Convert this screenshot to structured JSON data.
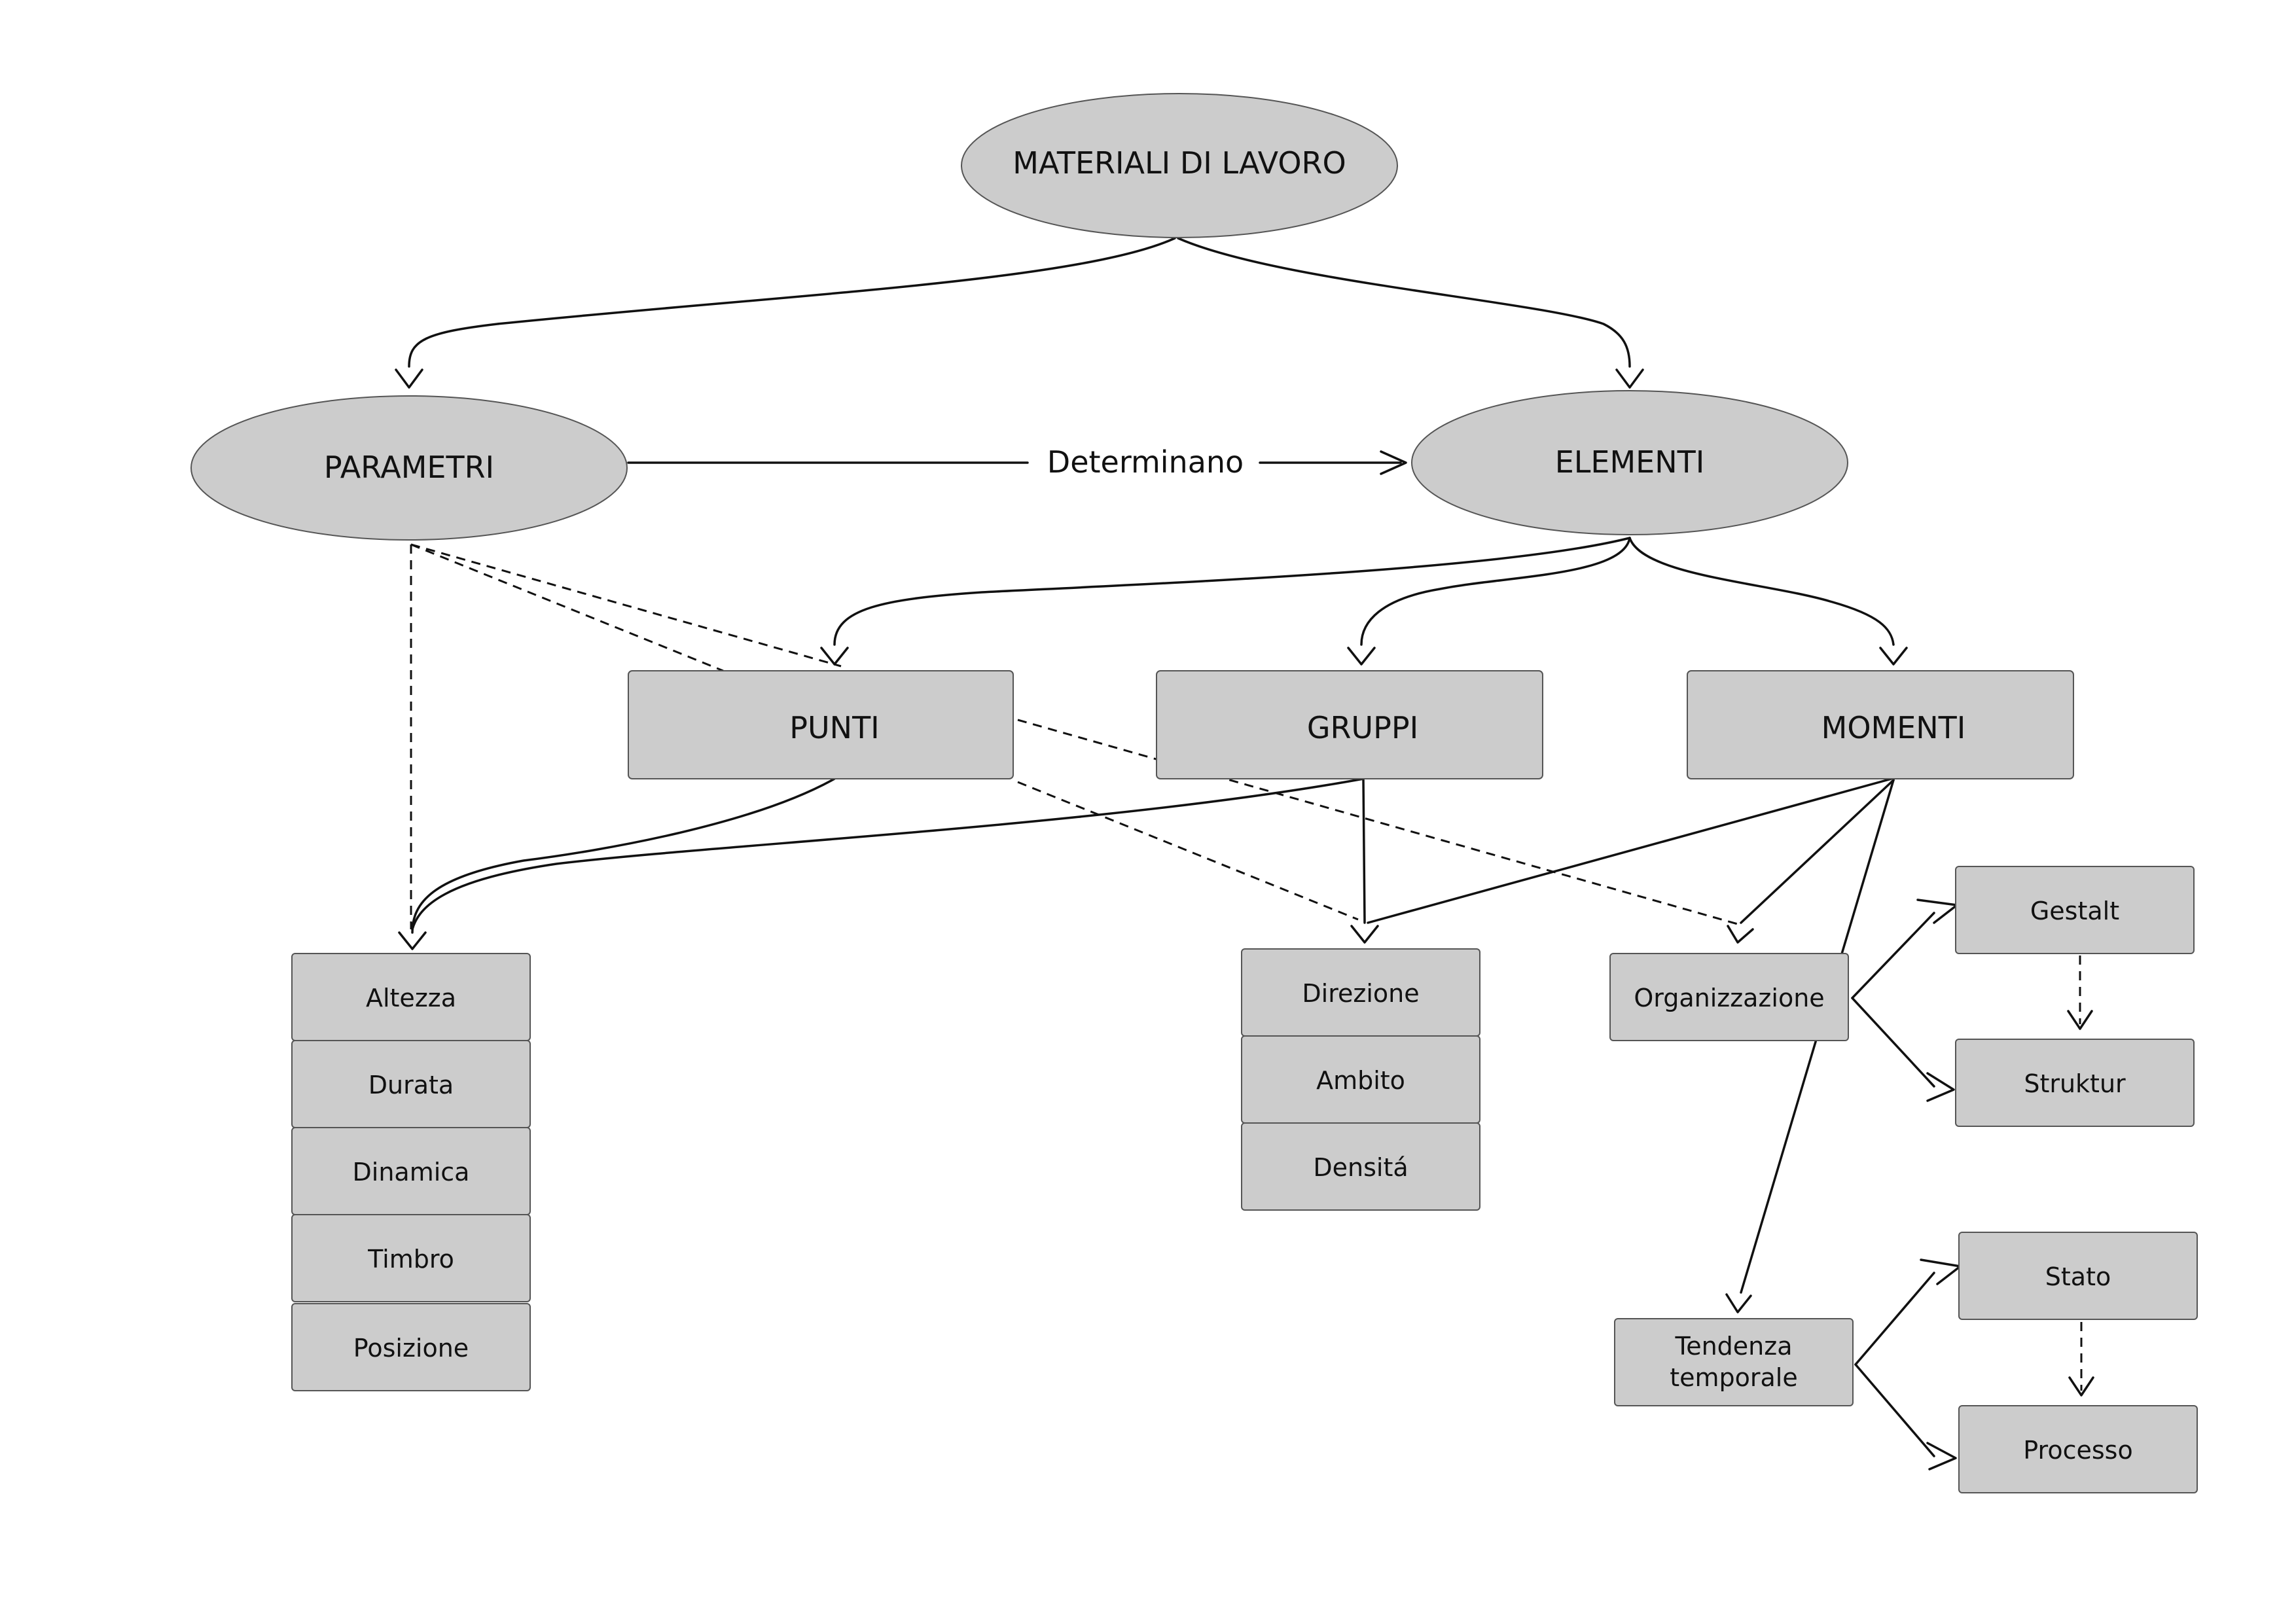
{
  "diagram": {
    "root": "MATERIALI DI LAVORO",
    "parametri": "PARAMETRI",
    "elementi": "ELEMENTI",
    "edge_label": "Determinano",
    "punti": "PUNTI",
    "gruppi": "GRUPPI",
    "momenti": "MOMENTI",
    "parameters": [
      "Altezza",
      "Durata",
      "Dinamica",
      "Timbro",
      "Posizione"
    ],
    "group_props": [
      "Direzione",
      "Ambito",
      "Densitá"
    ],
    "organizzazione": "Organizzazione",
    "tendenza_line1": "Tendenza",
    "tendenza_line2": "temporale",
    "gestalt": "Gestalt",
    "struktur": "Struktur",
    "stato": "Stato",
    "processo": "Processo"
  },
  "colors": {
    "node_fill": "#cccccc",
    "node_stroke": "#555555",
    "line": "#111111",
    "background": "#ffffff"
  }
}
